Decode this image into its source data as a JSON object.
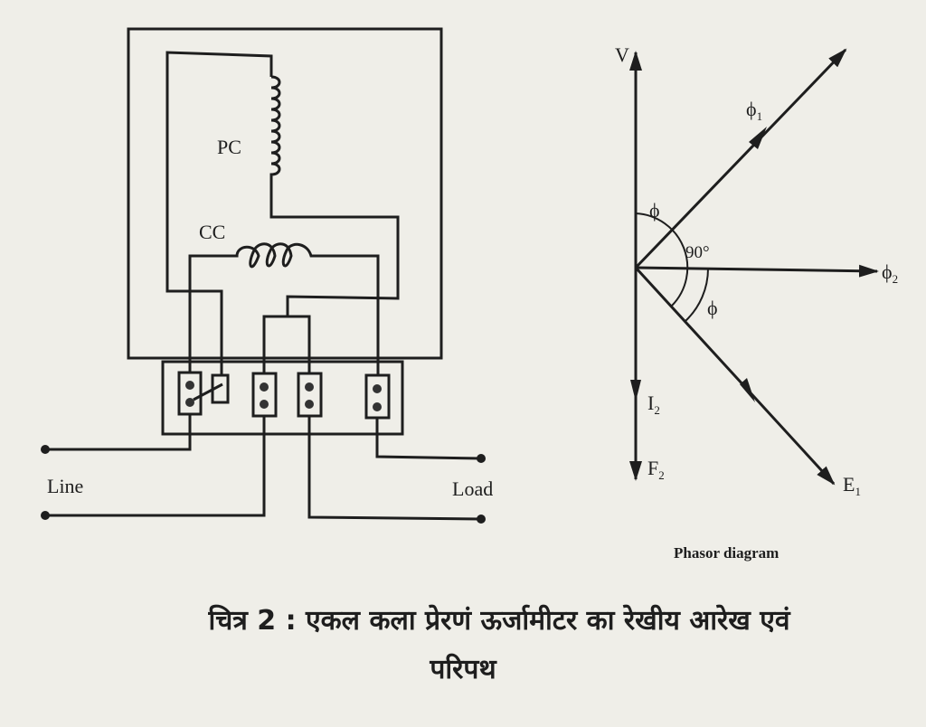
{
  "circuit": {
    "pc_label": "PC",
    "cc_label": "CC",
    "line_label": "Line",
    "load_label": "Load"
  },
  "phasor": {
    "title": "Phasor diagram",
    "v": "V",
    "phi1": "ϕ",
    "phi1_sub": "1",
    "phi2": "ϕ",
    "phi2_sub": "2",
    "phi_upper": "ϕ",
    "phi_lower": "ϕ",
    "angle": "90°",
    "i2": "I",
    "i2_sub": "2",
    "f2": "F",
    "f2_sub": "2",
    "e1": "E",
    "e1_sub": "1"
  },
  "caption": {
    "line1": "चित्र 2 : एकल कला प्रेरणं ऊर्जामीटर का रेखीय आरेख एवं",
    "line2": "परिपथ"
  }
}
